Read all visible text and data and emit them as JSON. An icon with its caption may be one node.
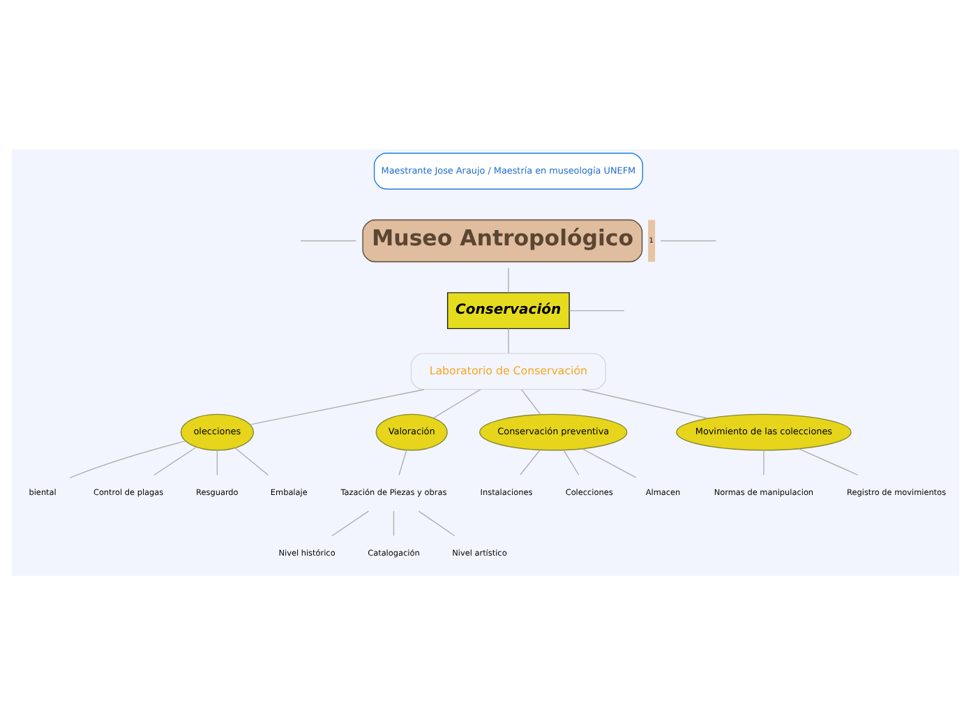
{
  "diagram": {
    "nodes": [
      {
        "text": [
          "Maestrante Jose Araujo / Maestría en museología UNEFM"
        ]
      },
      {
        "text": [
          "Museo Antropológico"
        ],
        "beside": [
          "1"
        ]
      },
      {
        "text": [
          "Conservación"
        ]
      },
      {
        "text": [
          "Laboratorio de Conservación"
        ]
      },
      {
        "text": [
          "olecciones"
        ]
      },
      {
        "text": [
          "biental"
        ]
      },
      {
        "text": [
          "Control de plagas"
        ]
      },
      {
        "text": [
          "Resguardo"
        ]
      },
      {
        "text": [
          "Embalaje"
        ]
      },
      {
        "text": [
          "Valoración"
        ]
      },
      {
        "text": [
          "Tazación de Piezas y obras"
        ]
      },
      {
        "text": [
          "Nivel histórico"
        ]
      },
      {
        "text": [
          "Catalogación"
        ]
      },
      {
        "text": [
          "Nivel artístico"
        ]
      },
      {
        "text": [
          "Conservación preventiva"
        ]
      },
      {
        "text": [
          "Instalaciones"
        ]
      },
      {
        "text": [
          "Colecciones"
        ]
      },
      {
        "text": [
          "Almacen"
        ]
      },
      {
        "text": [
          "Movimiento de las colecciones"
        ]
      },
      {
        "text": [
          "Normas de manipulacion"
        ]
      },
      {
        "text": [
          "Registro de movimientos"
        ]
      }
    ],
    "edges": [
      {
        "from": 1,
        "to": null,
        "arrow": "none"
      },
      {
        "from": 1,
        "to": 2,
        "arrow": "none"
      },
      {
        "from": 1,
        "to": null,
        "arrow": "none"
      },
      {
        "from": 2,
        "to": 3,
        "arrow": "none"
      },
      {
        "from": 2,
        "to": null,
        "arrow": "none"
      },
      {
        "from": 3,
        "to": 4,
        "arrow": "none"
      },
      {
        "from": 3,
        "to": 9,
        "arrow": "none"
      },
      {
        "from": 3,
        "to": 14,
        "arrow": "none"
      },
      {
        "from": 3,
        "to": 18,
        "arrow": "none"
      },
      {
        "from": 4,
        "to": 5,
        "arrow": "none"
      },
      {
        "from": 4,
        "to": 6,
        "arrow": "none"
      },
      {
        "from": 4,
        "to": 7,
        "arrow": "none"
      },
      {
        "from": 4,
        "to": 8,
        "arrow": "none"
      },
      {
        "from": 9,
        "to": 10,
        "arrow": "none"
      },
      {
        "from": 10,
        "to": 11,
        "arrow": "none"
      },
      {
        "from": 10,
        "to": 12,
        "arrow": "none"
      },
      {
        "from": 10,
        "to": 13,
        "arrow": "none"
      },
      {
        "from": 14,
        "to": 15,
        "arrow": "none"
      },
      {
        "from": 14,
        "to": 16,
        "arrow": "none"
      },
      {
        "from": 14,
        "to": 17,
        "arrow": "none"
      },
      {
        "from": 18,
        "to": 19,
        "arrow": "none"
      },
      {
        "from": 18,
        "to": 20,
        "arrow": "none"
      }
    ]
  }
}
